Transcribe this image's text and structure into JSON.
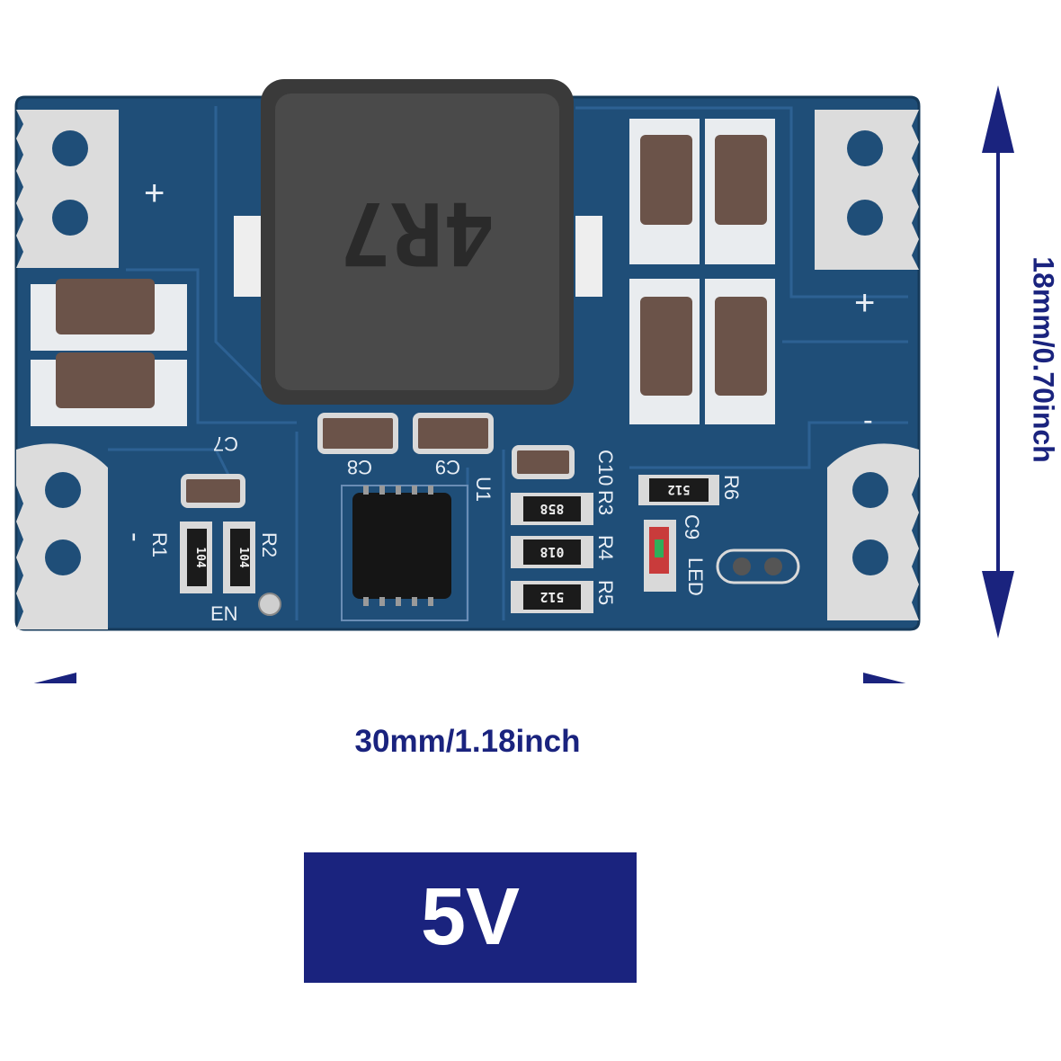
{
  "colors": {
    "pcb": "#1f4e78",
    "pcb_trace": "#2b5f8f",
    "pad": "#d9d9d9",
    "dimension": "#1a237e",
    "badge": "#1a237e"
  },
  "board": {
    "inductor_marking": "4R7",
    "silkscreen": {
      "plus_left": "+",
      "plus_right": "+",
      "minus_left": "-",
      "minus_right": "-",
      "c7": "C7",
      "c8": "C8",
      "c9": "C9",
      "c9_led": "C9",
      "c10": "C10",
      "r1": "R1",
      "r2": "R2",
      "r3": "R3",
      "r4": "R4",
      "r5": "R5",
      "r6": "R6",
      "u1": "U1",
      "en": "EN",
      "led": "LED"
    },
    "resistor_codes": {
      "r1": "104",
      "r2": "104",
      "r3": "858",
      "r4": "018",
      "r5": "512",
      "r6": "512"
    }
  },
  "dimensions": {
    "width_label": "30mm/1.18inch",
    "height_label": "18mm/0.70inch"
  },
  "badge": {
    "voltage": "5V"
  }
}
